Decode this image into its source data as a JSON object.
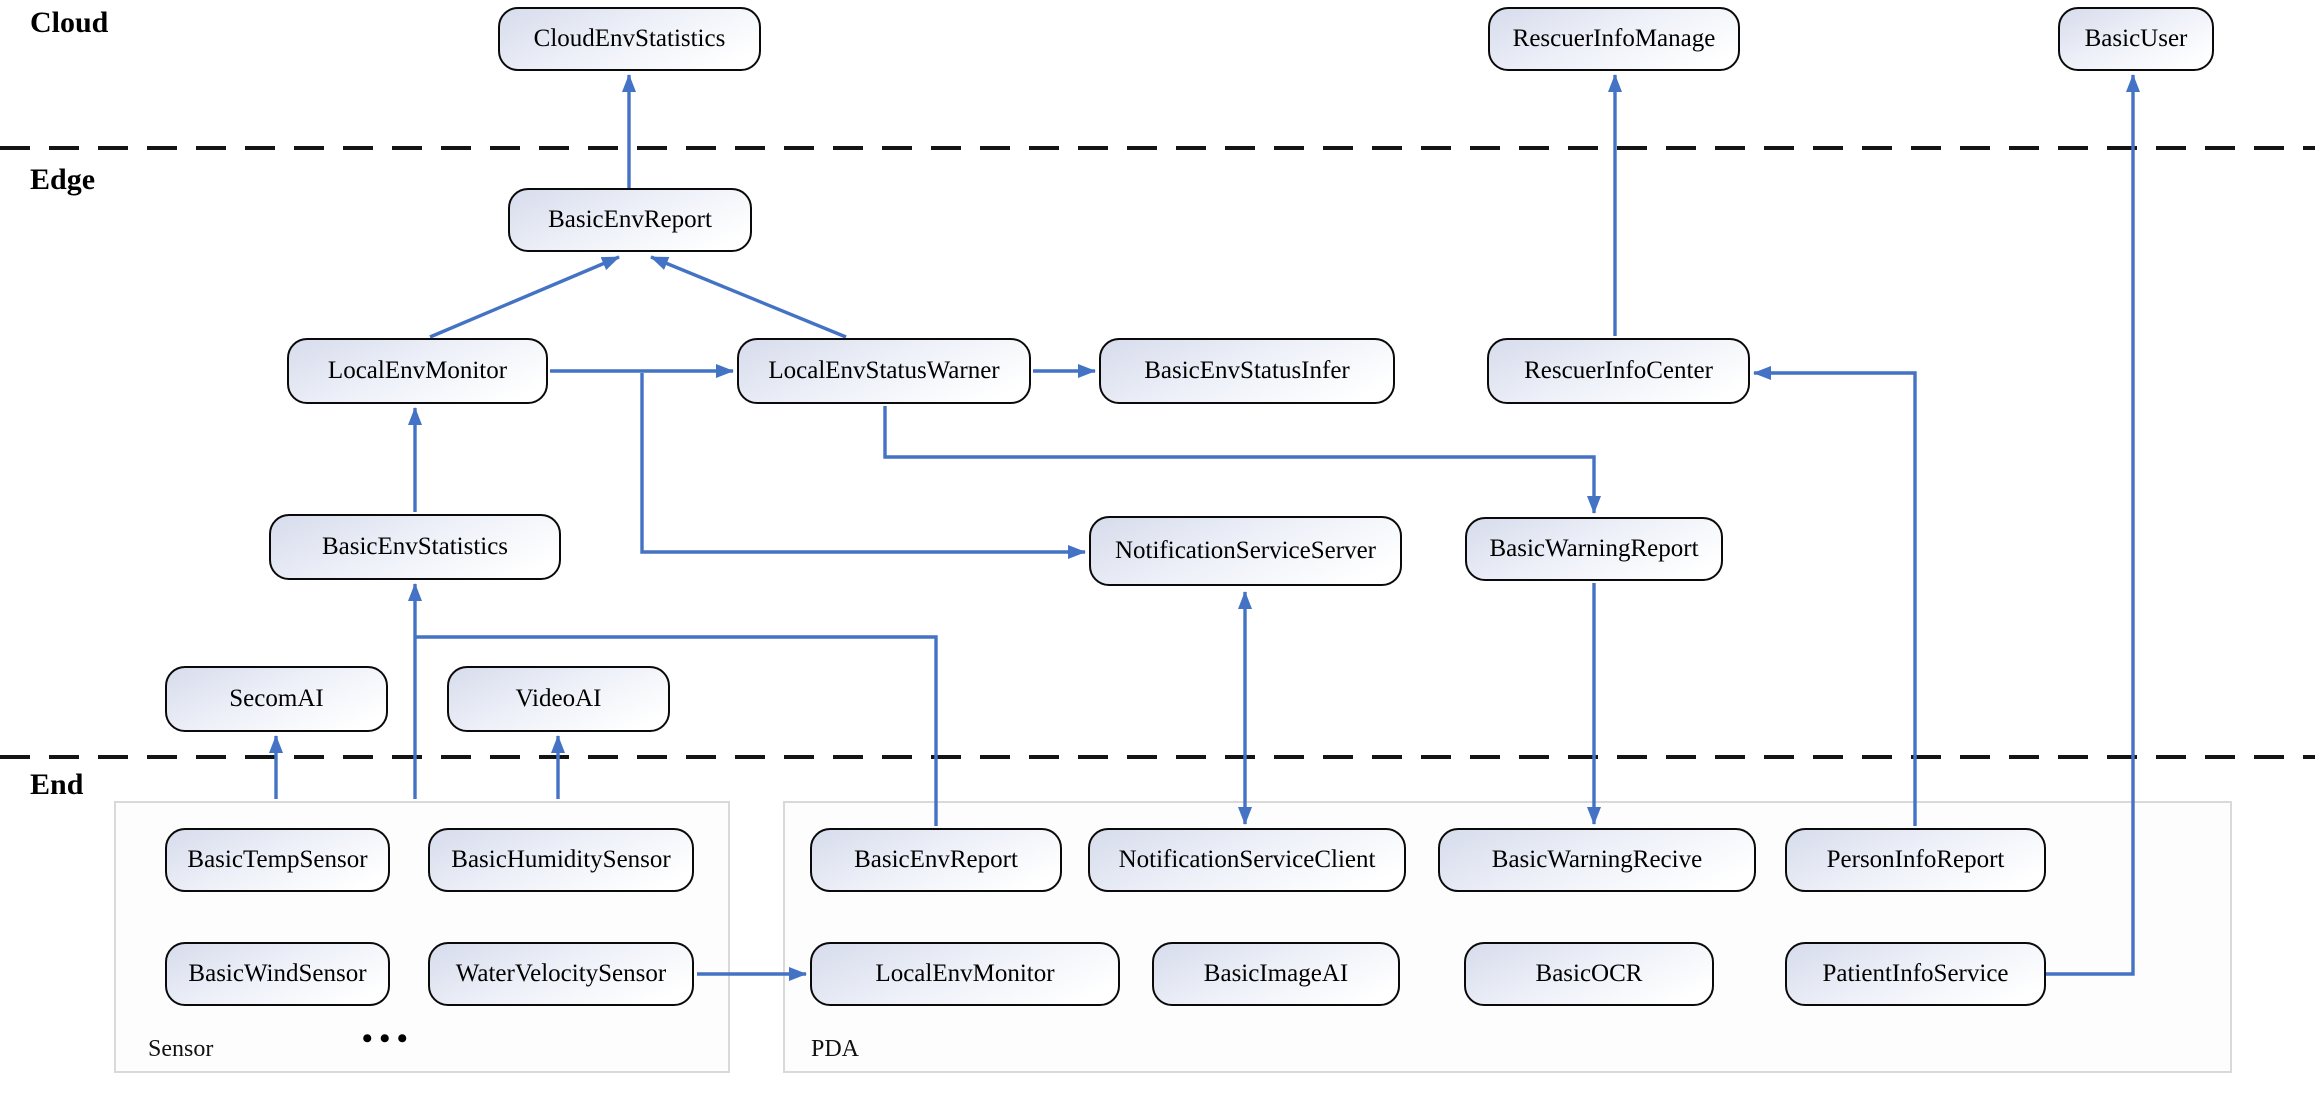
{
  "tiers": {
    "cloud": "Cloud",
    "edge": "Edge",
    "end": "End"
  },
  "containers": {
    "sensor_label": "Sensor",
    "pda_label": "PDA",
    "ellipsis": "•••"
  },
  "nodes": {
    "cloud_env_statistics": {
      "label": "CloudEnvStatistics",
      "tier": "Cloud"
    },
    "rescuer_info_manage": {
      "label": "RescuerInfoManage",
      "tier": "Cloud"
    },
    "basic_user": {
      "label": "BasicUser",
      "tier": "Cloud"
    },
    "basic_env_report_edge": {
      "label": "BasicEnvReport",
      "tier": "Edge"
    },
    "local_env_monitor_edge": {
      "label": "LocalEnvMonitor",
      "tier": "Edge"
    },
    "local_env_status_warner": {
      "label": "LocalEnvStatusWarner",
      "tier": "Edge"
    },
    "basic_env_status_infer": {
      "label": "BasicEnvStatusInfer",
      "tier": "Edge"
    },
    "rescuer_info_center": {
      "label": "RescuerInfoCenter",
      "tier": "Edge"
    },
    "basic_env_statistics": {
      "label": "BasicEnvStatistics",
      "tier": "Edge"
    },
    "notification_service_server": {
      "label": "NotificationServiceServer",
      "tier": "Edge"
    },
    "basic_warning_report": {
      "label": "BasicWarningReport",
      "tier": "Edge"
    },
    "secom_ai": {
      "label": "SecomAI",
      "tier": "Edge"
    },
    "video_ai": {
      "label": "VideoAI",
      "tier": "Edge"
    },
    "basic_temp_sensor": {
      "label": "BasicTempSensor",
      "tier": "End",
      "container": "Sensor"
    },
    "basic_humidity_sensor": {
      "label": "BasicHumiditySensor",
      "tier": "End",
      "container": "Sensor"
    },
    "basic_wind_sensor": {
      "label": "BasicWindSensor",
      "tier": "End",
      "container": "Sensor"
    },
    "water_velocity_sensor": {
      "label": "WaterVelocitySensor",
      "tier": "End",
      "container": "Sensor"
    },
    "basic_env_report_end": {
      "label": "BasicEnvReport",
      "tier": "End",
      "container": "PDA"
    },
    "notification_service_client": {
      "label": "NotificationServiceClient",
      "tier": "End",
      "container": "PDA"
    },
    "basic_warning_recive": {
      "label": "BasicWarningRecive",
      "tier": "End",
      "container": "PDA"
    },
    "person_info_report": {
      "label": "PersonInfoReport",
      "tier": "End",
      "container": "PDA"
    },
    "local_env_monitor_end": {
      "label": "LocalEnvMonitor",
      "tier": "End",
      "container": "PDA"
    },
    "basic_image_ai": {
      "label": "BasicImageAI",
      "tier": "End",
      "container": "PDA"
    },
    "basic_ocr": {
      "label": "BasicOCR",
      "tier": "End",
      "container": "PDA"
    },
    "patient_info_service": {
      "label": "PatientInfoService",
      "tier": "End",
      "container": "PDA"
    }
  },
  "edges": [
    {
      "from": "BasicEnvReport (Edge)",
      "to": "CloudEnvStatistics",
      "type": "arrow"
    },
    {
      "from": "RescuerInfoCenter",
      "to": "RescuerInfoManage",
      "type": "arrow"
    },
    {
      "from": "LocalEnvMonitor (Edge)",
      "to": "BasicEnvReport (Edge)",
      "type": "arrow"
    },
    {
      "from": "LocalEnvStatusWarner",
      "to": "BasicEnvReport (Edge)",
      "type": "arrow"
    },
    {
      "from": "LocalEnvMonitor (Edge)",
      "to": "LocalEnvStatusWarner",
      "type": "arrow"
    },
    {
      "from": "LocalEnvStatusWarner",
      "to": "BasicEnvStatusInfer",
      "type": "arrow"
    },
    {
      "from": "BasicEnvStatistics",
      "to": "LocalEnvMonitor (Edge)",
      "type": "arrow"
    },
    {
      "from": "LocalEnvStatusWarner",
      "to": "BasicWarningReport",
      "type": "arrow"
    },
    {
      "from": "LocalEnvMonitor (Edge)",
      "to": "NotificationServiceServer",
      "type": "arrow"
    },
    {
      "from": "NotificationServiceServer",
      "to": "NotificationServiceClient",
      "type": "double-arrow"
    },
    {
      "from": "BasicWarningReport",
      "to": "BasicWarningRecive",
      "type": "arrow"
    },
    {
      "from": "PersonInfoReport",
      "to": "RescuerInfoCenter",
      "type": "arrow"
    },
    {
      "from": "PatientInfoService",
      "to": "BasicUser",
      "type": "arrow"
    },
    {
      "from": "WaterVelocitySensor",
      "to": "LocalEnvMonitor (End)",
      "type": "arrow"
    },
    {
      "from": "Sensor container",
      "to": "SecomAI",
      "type": "arrow"
    },
    {
      "from": "Sensor container",
      "to": "VideoAI",
      "type": "arrow"
    },
    {
      "from": "Sensor container / BasicEnvReport (End)",
      "to": "BasicEnvStatistics",
      "type": "arrow"
    }
  ],
  "colors": {
    "arrow": "#4472C4",
    "node_border": "#0a0a0a",
    "node_fill_top": "#d7dcec",
    "node_fill_bottom": "#ffffff",
    "divider": "#141414",
    "container_border": "#d9d9d9"
  }
}
